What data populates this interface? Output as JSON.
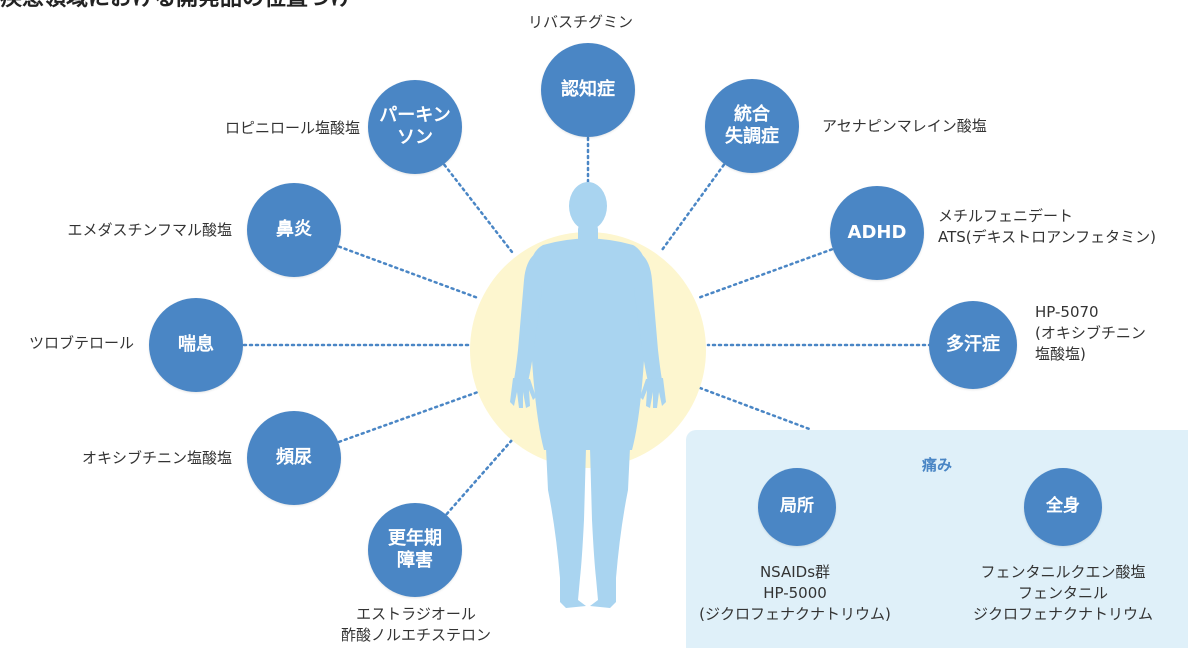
{
  "title": "疾患領域における開発品の位置づけ",
  "colors": {
    "node": "#4a86c5",
    "halo": "#fdf6cf",
    "body": "#a9d4f0",
    "dots": "#4a86c5",
    "pain_panel": "#dff0f9"
  },
  "diseases": [
    {
      "id": "dementia",
      "label": "認知症",
      "drugs": "リバスチグミン"
    },
    {
      "id": "schizophrenia",
      "label": "統合\n失調症",
      "drugs": "アセナピンマレイン酸塩"
    },
    {
      "id": "adhd",
      "label": "ADHD",
      "drugs": "メチルフェニデート\nATS(デキストロアンフェタミン)"
    },
    {
      "id": "hyperhidrosis",
      "label": "多汗症",
      "drugs": "HP-5070\n(オキシブチニン\n塩酸塩)"
    },
    {
      "id": "parkinson",
      "label": "パーキン\nソン",
      "drugs": "ロピニロール塩酸塩"
    },
    {
      "id": "rhinitis",
      "label": "鼻炎",
      "drugs": "エメダスチンフマル酸塩"
    },
    {
      "id": "asthma",
      "label": "喘息",
      "drugs": "ツロブテロール"
    },
    {
      "id": "frequency",
      "label": "頻尿",
      "drugs": "オキシブチニン塩酸塩"
    },
    {
      "id": "menopause",
      "label": "更年期\n障害",
      "drugs": "エストラジオール\n酢酸ノルエチステロン"
    }
  ],
  "pain": {
    "title": "痛み",
    "local": {
      "label": "局所",
      "drugs": "NSAIDs群\nHP-5000\n(ジクロフェナクナトリウム)"
    },
    "systemic": {
      "label": "全身",
      "drugs": "フェンタニルクエン酸塩\nフェンタニル\nジクロフェナクナトリウム"
    }
  }
}
